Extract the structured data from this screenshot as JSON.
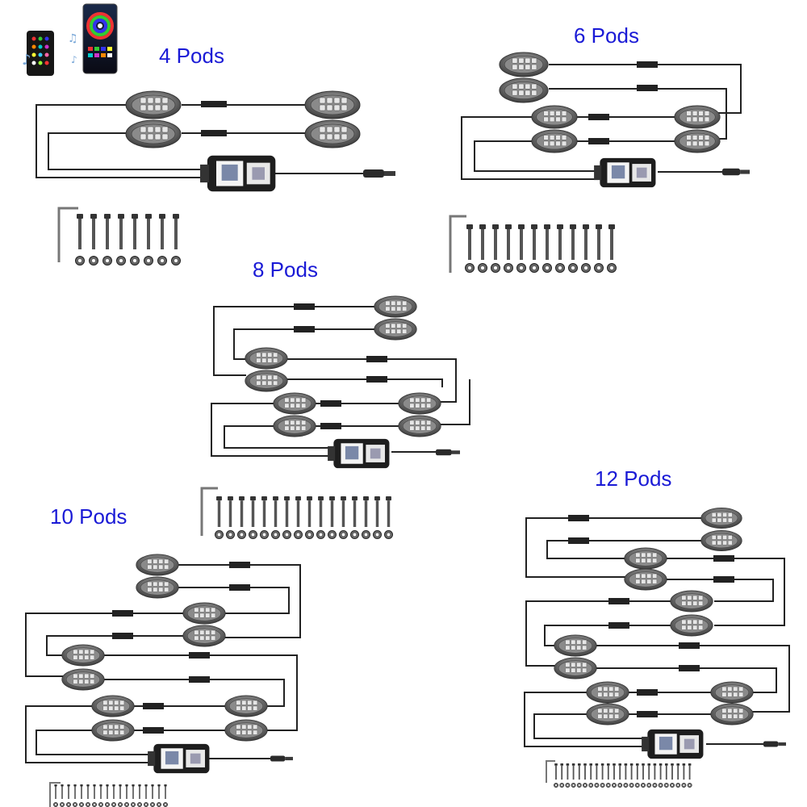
{
  "kits": [
    {
      "label": "4 Pods",
      "pods": 4
    },
    {
      "label": "6 Pods",
      "pods": 6
    },
    {
      "label": "8 Pods",
      "pods": 8
    },
    {
      "label": "10 Pods",
      "pods": 10
    },
    {
      "label": "12 Pods",
      "pods": 12
    }
  ],
  "accessories": {
    "remote_icon": "remote-control-icon",
    "phone_icon": "phone-app-icon",
    "music_icon": "music-note-icon"
  },
  "colors": {
    "label": "#1a1ad6",
    "wire": "#222222",
    "pod_shell": "#6a6a6a",
    "pod_led": "#d8d8d8",
    "controller": "#1e1e1e"
  }
}
